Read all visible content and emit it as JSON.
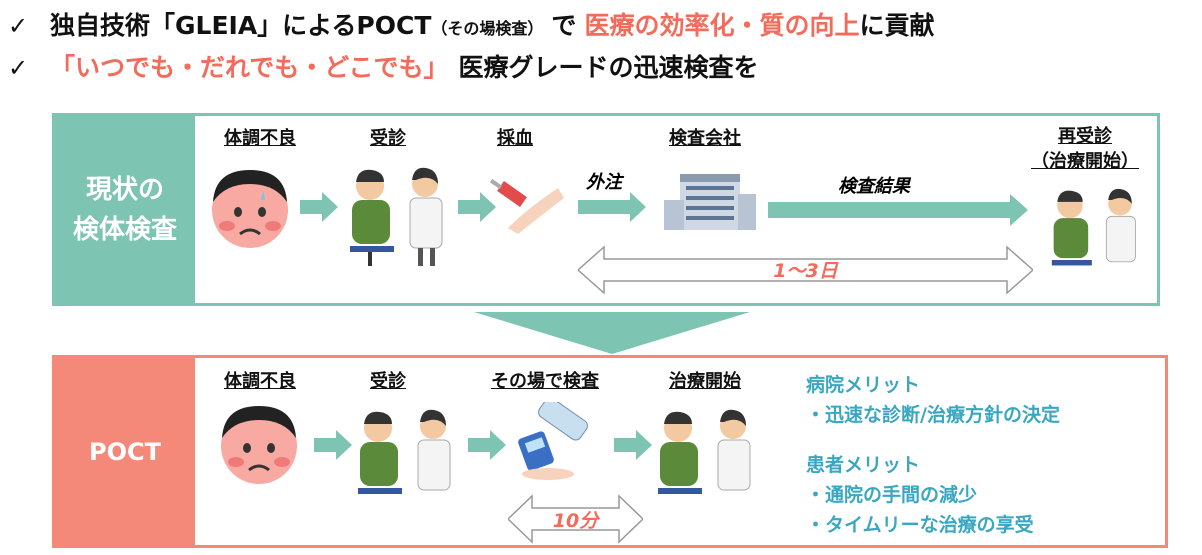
{
  "headline": {
    "line1_prefix": "独自技術「GLEIA」によるPOCT",
    "line1_small": "（その場検査）",
    "line1_mid": "で",
    "line1_red": "医療の効率化・質の向上",
    "line1_suffix": "に貢献",
    "line2_red": "「いつでも・だれでも・どこでも」",
    "line2_suffix": "医療グレードの迅速検査を",
    "check_glyph": "✓"
  },
  "current": {
    "label": "現状の\n検体検査",
    "steps": [
      "体調不良",
      "受診",
      "採血",
      "検査会社",
      "再受診\n（治療開始）"
    ],
    "outsource": "外注",
    "result": "検査結果",
    "duration": "1～3日"
  },
  "poct": {
    "label": "POCT",
    "steps": [
      "体調不良",
      "受診",
      "その場で検査",
      "治療開始"
    ],
    "duration": "10分",
    "merits": [
      {
        "title": "病院メリット",
        "items": [
          "・迅速な診断/治療方針の決定"
        ]
      },
      {
        "title": "患者メリット",
        "items": [
          "・通院の手間の減少",
          "・タイムリーな治療の享受"
        ]
      }
    ]
  },
  "colors": {
    "teal": "#7ec4b3",
    "salmon": "#f4897a",
    "red_text": "#f26b5b",
    "merit_text": "#3aa7c2"
  }
}
